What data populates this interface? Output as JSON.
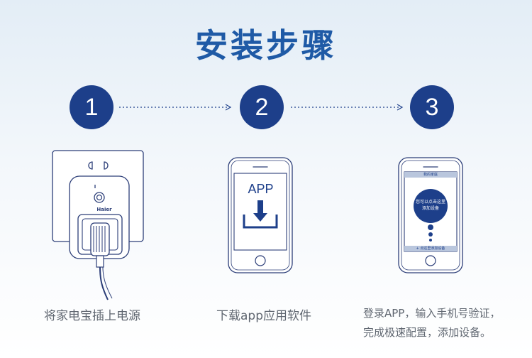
{
  "title": "安装步骤",
  "steps": [
    {
      "number": "1",
      "caption": "将家电宝插上电源"
    },
    {
      "number": "2",
      "caption": "下载app应用软件"
    },
    {
      "number": "3",
      "caption_line1": "登录APP，输入手机号验证，",
      "caption_line2": "完成极速配置，添加设备。"
    }
  ],
  "step1_illustration": {
    "brand": "Haier"
  },
  "step2_illustration": {
    "app_label": "APP"
  },
  "step3_illustration": {
    "header": "我的家庭",
    "bubble_line1": "您可以点击这里",
    "bubble_line2": "添加设备",
    "footer": "+ 点这里添加设备"
  },
  "colors": {
    "accent": "#1d3f8a",
    "title": "#1f5aa6",
    "line": "#2c3e78"
  }
}
